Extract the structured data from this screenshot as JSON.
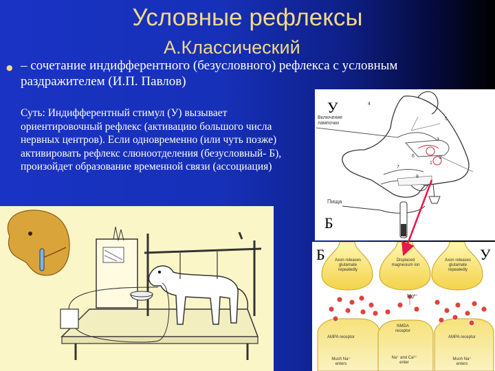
{
  "slide": {
    "title": "Условные рефлексы",
    "subtitle": "А.Классический",
    "bullet": "– сочетание индифферентного (безусловного) рефлекса с условным раздражителем (И.П. Павлов)",
    "essence": "Суть: Индифферентный стимул (У) вызывает ориентировочный рефлекс (активацию большого числа нервных центров). Если одновременно (или чуть позже) активировать рефлекс слюноотделения (безусловный- Б), произойдет образование временной связи (ассоциация)"
  },
  "head_figure": {
    "label_u": "У",
    "label_b": "Б",
    "caption_lamp": "Включение лампочки",
    "caption_food": "Пища",
    "numbers": [
      "4",
      "5",
      "3",
      "2",
      "1",
      "6",
      "7",
      "8"
    ]
  },
  "synapse_figure": {
    "label_b": "Б",
    "label_u": "У",
    "left_terminal": "Axon releases glutamate repeatedly",
    "middle_terminal": "Displaced magnesium ion",
    "right_terminal": "Axon releases glutamate repeatedly",
    "mg_label": "Mg²⁺",
    "ampa_left": "AMPA receptor",
    "nmda": "NMDA receptor",
    "ampa_right": "AMPA receptor",
    "out_left": "Much Na⁺ enters",
    "out_middle": "Na⁺ and Ca²⁺ enter",
    "out_right": "Much Na⁺ enters"
  },
  "colors": {
    "title": "#f2d98a",
    "background": "#1a33c4",
    "dog_panel": "#fbf6c8",
    "arrow": "#e8164a"
  }
}
